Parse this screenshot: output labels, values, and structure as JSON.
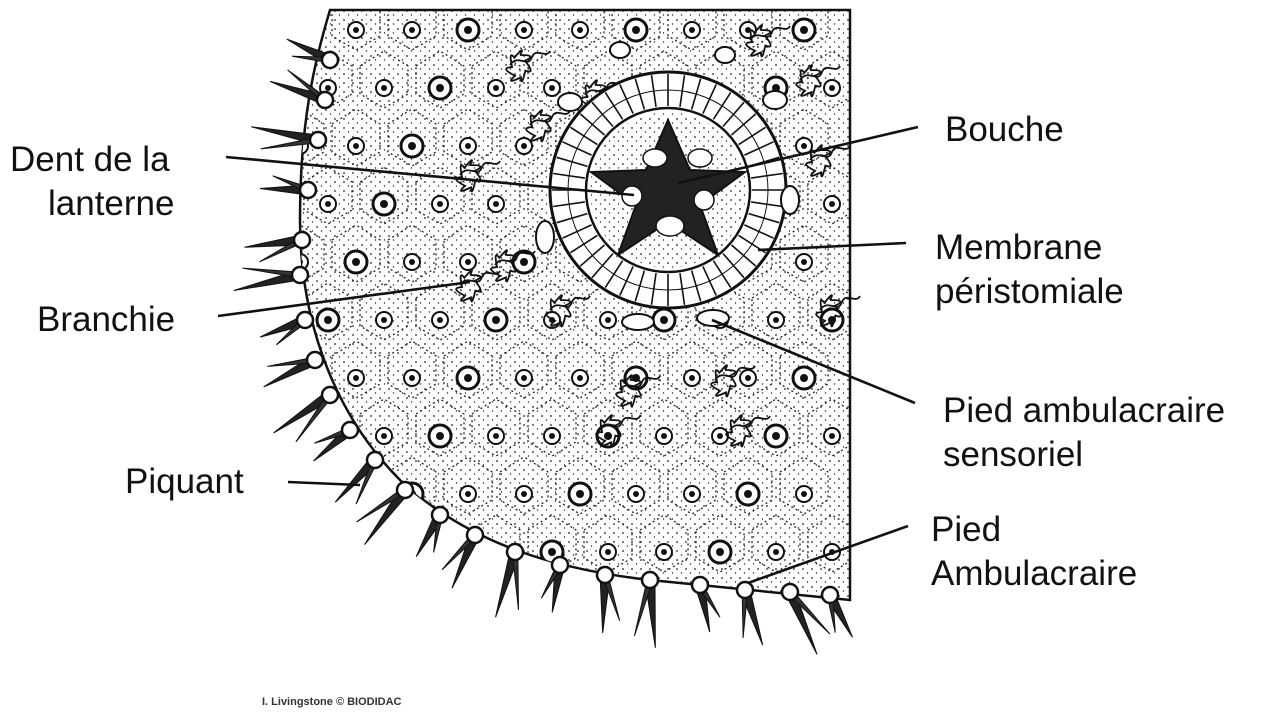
{
  "labels": {
    "dent_line1": "Dent de la",
    "dent_line2": "lanterne",
    "bouche": "Bouche",
    "membrane_line1": "Membrane",
    "membrane_line2": "péristomiale",
    "branchie": "Branchie",
    "pied_sens_line1": "Pied ambulacraire",
    "pied_sens_line2": "sensoriel",
    "piquant": "Piquant",
    "pied_amb_line1": "Pied",
    "pied_amb_line2": "Ambulacraire"
  },
  "credit": "I. Livingstone © BIODIDAC",
  "colors": {
    "ink": "#111111",
    "background": "#ffffff"
  }
}
